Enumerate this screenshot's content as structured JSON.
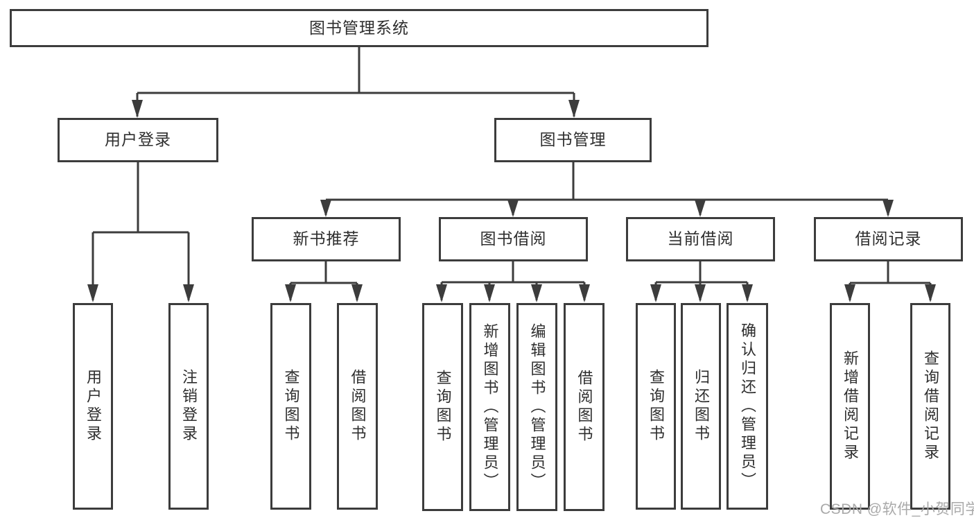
{
  "colors": {
    "line": "#3c3c3c",
    "box_border": "#3c3c3c",
    "text": "#2e2e2e",
    "watermark": "#a9a9a9",
    "background": "#ffffff"
  },
  "tree": {
    "root": {
      "label": "图书管理系统"
    },
    "branches": [
      {
        "label": "用户登录",
        "children": [
          {
            "label": "用户登录"
          },
          {
            "label": "注销登录"
          }
        ]
      },
      {
        "label": "图书管理",
        "children": [
          {
            "label": "新书推荐",
            "children": [
              {
                "label": "查询图书"
              },
              {
                "label": "借阅图书"
              }
            ]
          },
          {
            "label": "图书借阅",
            "children": [
              {
                "label": "查询图书"
              },
              {
                "label": "新增图书（管理员）"
              },
              {
                "label": "编辑图书（管理员）"
              },
              {
                "label": "借阅图书"
              }
            ]
          },
          {
            "label": "当前借阅",
            "children": [
              {
                "label": "查询图书"
              },
              {
                "label": "归还图书"
              },
              {
                "label": "确认归还（管理员）"
              }
            ]
          },
          {
            "label": "借阅记录",
            "children": [
              {
                "label": "新增借阅记录"
              },
              {
                "label": "查询借阅记录"
              }
            ]
          }
        ]
      }
    ]
  },
  "watermark": {
    "text": "CSDN @软件_小贺同学"
  }
}
